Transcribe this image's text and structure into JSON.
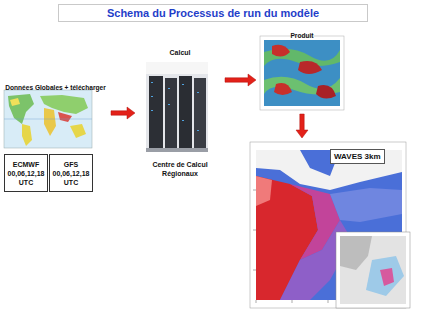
{
  "diagram": {
    "title": "Schema du Processus de run du modèle",
    "nodes": [
      {
        "text": [
          "Données Globales + télécharger"
        ]
      },
      {
        "text": [
          "ECMWF 00,06,12,18 UTC"
        ]
      },
      {
        "text": [
          "GFS 00,06,12,18 UTC"
        ]
      },
      {
        "text": [
          "Calcul",
          "Centre de Calcul Régionaux"
        ]
      },
      {
        "text": [
          "Produit"
        ]
      },
      {
        "text": [
          "WAVES 3km"
        ]
      }
    ],
    "edges": [
      {
        "from": 0,
        "to": 3,
        "arrow": "to"
      },
      {
        "from": 3,
        "to": 4,
        "arrow": "to"
      },
      {
        "from": 4,
        "to": 5,
        "arrow": "to"
      }
    ]
  }
}
